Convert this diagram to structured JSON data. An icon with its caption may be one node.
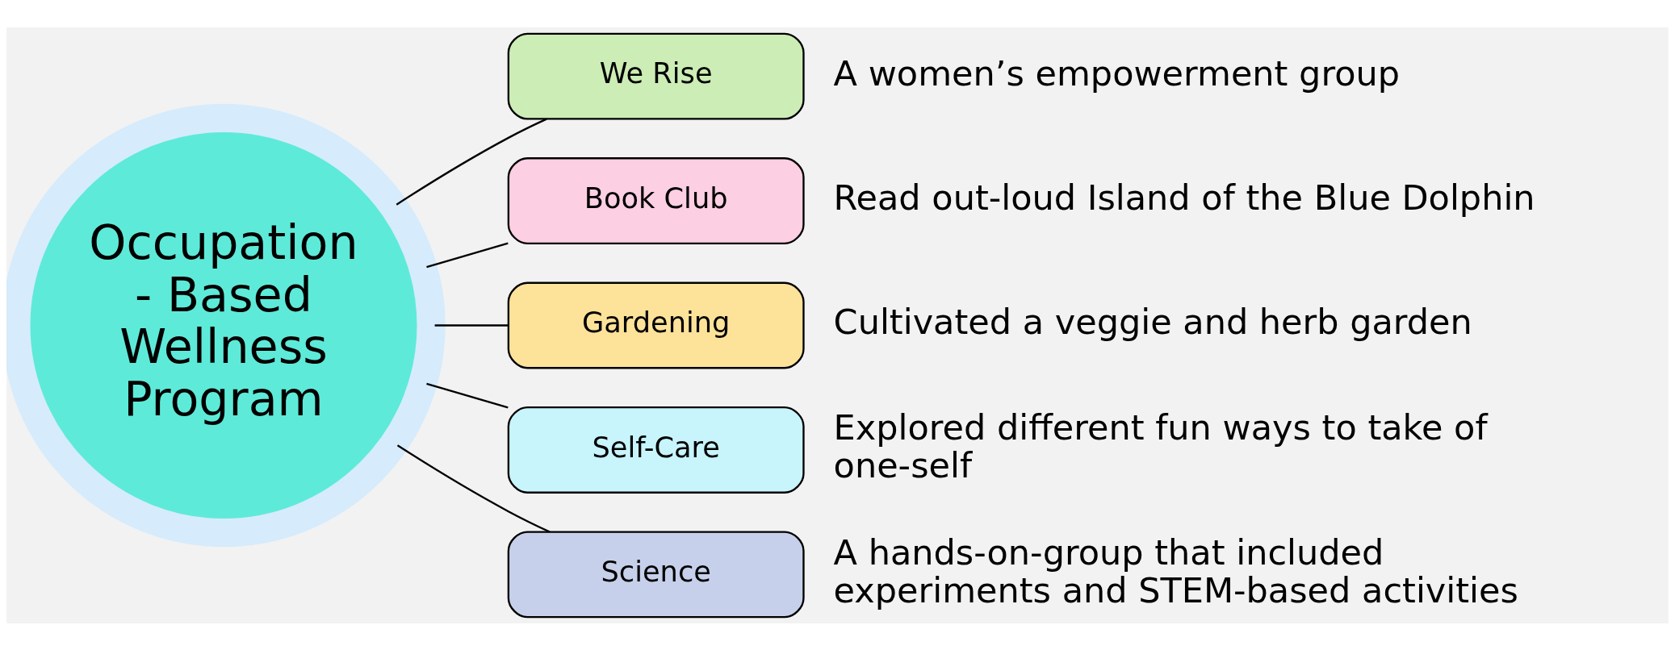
{
  "diagram": {
    "nodes": [
      {
        "text": [
          "Occupation - Based Wellness Program"
        ]
      },
      {
        "text": [
          "We Rise"
        ],
        "beside": [
          "A women’s empowerment group"
        ]
      },
      {
        "text": [
          "Book Club"
        ],
        "beside": [
          "Read out-loud Island of the Blue Dolphin"
        ]
      },
      {
        "text": [
          "Gardening"
        ],
        "beside": [
          "Cultivated a veggie and herb garden"
        ]
      },
      {
        "text": [
          "Self-Care"
        ],
        "beside": [
          "Explored different fun ways to take of one-self"
        ]
      },
      {
        "text": [
          "Science"
        ],
        "beside": [
          "A hands-on-group that included experiments and STEM-based activities"
        ]
      }
    ],
    "edges": [
      {
        "from": 0,
        "to": 1,
        "arrow": "none"
      },
      {
        "from": 0,
        "to": 2,
        "arrow": "none"
      },
      {
        "from": 0,
        "to": 3,
        "arrow": "none"
      },
      {
        "from": 0,
        "to": 4,
        "arrow": "none"
      },
      {
        "from": 0,
        "to": 5,
        "arrow": "none"
      }
    ]
  }
}
